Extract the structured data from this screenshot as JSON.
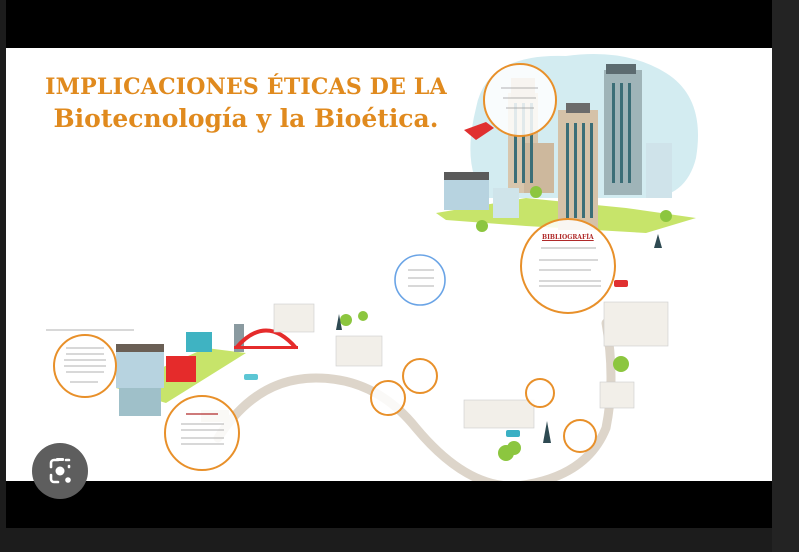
{
  "slide": {
    "title_line1": "IMPLICACIONES ÉTICAS DE LA",
    "title_line2": "Biotecnología y la Bioética.",
    "bibliography_heading": "BIBLIOGRAFÍA"
  },
  "lens_button": {
    "icon": "google-lens-icon"
  },
  "colors": {
    "accent": "#e08a1e",
    "road": "#ddd5ca",
    "sky": "#d3ecf1"
  }
}
